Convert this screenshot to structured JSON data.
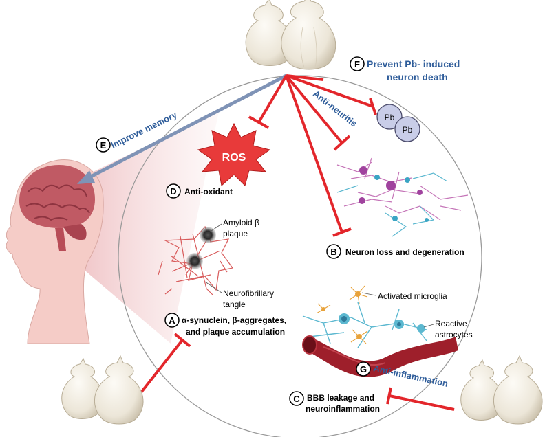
{
  "labels": {
    "prevent_pb_1": "Prevent Pb- induced",
    "prevent_pb_2": "neuron death",
    "anti_neuritis": "Anti-neuritis",
    "improve_memory": "Improve memory",
    "ros": "ROS",
    "anti_oxidant": "Anti-oxidant",
    "pb": "Pb",
    "amyloid_1": "Amyloid β",
    "amyloid_2": "plaque",
    "neurofib_1": "Neurofibrillary",
    "neurofib_2": "tangle",
    "neuron_loss": "Neuron loss and degeneration",
    "a_line1": "α-synuclein, β-aggregates,",
    "a_line2": "and plaque accumulation",
    "activated_microglia": "Activated microglia",
    "reactive_1": "Reactive",
    "reactive_2": "astrocytes",
    "anti_inflammation": "Anti-inflammation",
    "bbb_1": "BBB leakage and",
    "bbb_2": "neuroinflammation"
  },
  "markers": {
    "a": "A",
    "b": "B",
    "c": "C",
    "d": "D",
    "e": "E",
    "f": "F",
    "g": "G"
  },
  "colors": {
    "inhibit_red": "#e3262b",
    "blue_text": "#2f5d9a",
    "memory_arrow": "#7f93b6",
    "pb_fill": "#c9cde8",
    "brain": "#c05a64",
    "skin": "#f5ccc7",
    "microglia": "#e8a23a",
    "astrocyte": "#5cb8d0",
    "vessel": "#9e1f2b",
    "ros_red": "#e83a3a"
  },
  "icons": [
    "garlic-icon",
    "head-brain-icon",
    "ros-burst-icon",
    "neuron-network-icon",
    "amyloid-plaque-icon",
    "microglia-astrocyte-icon",
    "blood-vessel-icon",
    "pb-ion-icon"
  ]
}
